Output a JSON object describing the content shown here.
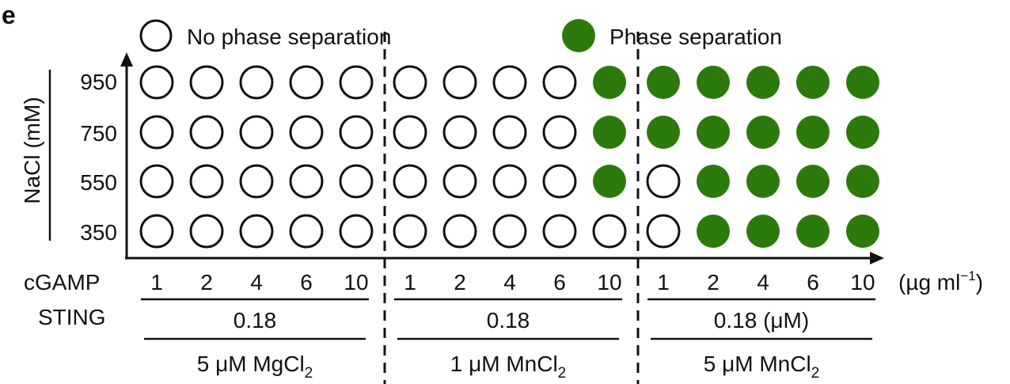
{
  "panel_letter": "e",
  "legend": {
    "open_label": "No phase separation",
    "filled_label": "Phase separation"
  },
  "colors": {
    "filled": "#2b7a0b",
    "outline": "#111111",
    "axis": "#111111"
  },
  "chart_data": {
    "type": "dot-matrix",
    "ylabel": "NaCl (mM)",
    "y_categories": [
      "950",
      "750",
      "550",
      "350"
    ],
    "x_row_label": "cGAMP",
    "x_unit": "(µg ml",
    "x_unit_sup": "−1",
    "x_unit_close": ")",
    "groups": [
      {
        "cgamp": [
          "1",
          "2",
          "4",
          "6",
          "10"
        ],
        "sting": "0.18",
        "salt": "5 μM MgCl",
        "salt_sub": "2",
        "phase_separation": [
          [
            0,
            0,
            0,
            0,
            0
          ],
          [
            0,
            0,
            0,
            0,
            0
          ],
          [
            0,
            0,
            0,
            0,
            0
          ],
          [
            0,
            0,
            0,
            0,
            0
          ]
        ]
      },
      {
        "cgamp": [
          "1",
          "2",
          "4",
          "6",
          "10"
        ],
        "sting": "0.18",
        "salt": "1 μM MnCl",
        "salt_sub": "2",
        "phase_separation": [
          [
            0,
            0,
            0,
            0,
            1
          ],
          [
            0,
            0,
            0,
            0,
            1
          ],
          [
            0,
            0,
            0,
            0,
            1
          ],
          [
            0,
            0,
            0,
            0,
            0
          ]
        ]
      },
      {
        "cgamp": [
          "1",
          "2",
          "4",
          "6",
          "10"
        ],
        "sting": "0.18 (μM)",
        "salt": "5 μM MnCl",
        "salt_sub": "2",
        "phase_separation": [
          [
            1,
            1,
            1,
            1,
            1
          ],
          [
            1,
            1,
            1,
            1,
            1
          ],
          [
            0,
            1,
            1,
            1,
            1
          ],
          [
            0,
            1,
            1,
            1,
            1
          ]
        ]
      }
    ],
    "sting_row_label": "STING"
  }
}
